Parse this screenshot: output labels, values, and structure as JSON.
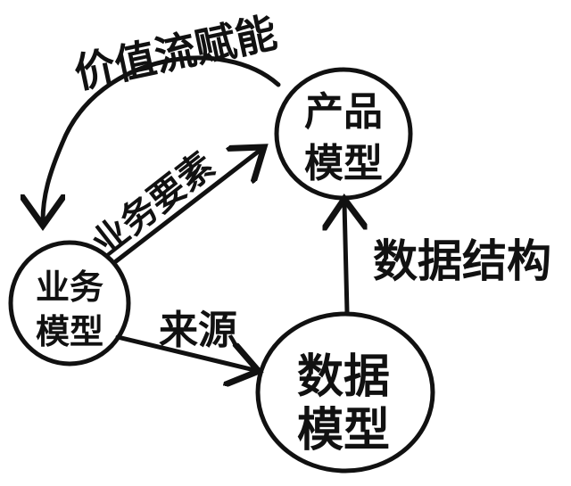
{
  "nodes": {
    "product_model": {
      "line1": "产品",
      "line2": "模型"
    },
    "business_model": {
      "line1": "业务",
      "line2": "模型"
    },
    "data_model": {
      "line1": "数据",
      "line2": "模型"
    }
  },
  "edges": {
    "value_stream": "价值流赋能",
    "business_elements": "业务要素",
    "source": "来源",
    "data_structure": "数据结构"
  },
  "colors": {
    "ink": "#111111",
    "background": "#ffffff"
  }
}
